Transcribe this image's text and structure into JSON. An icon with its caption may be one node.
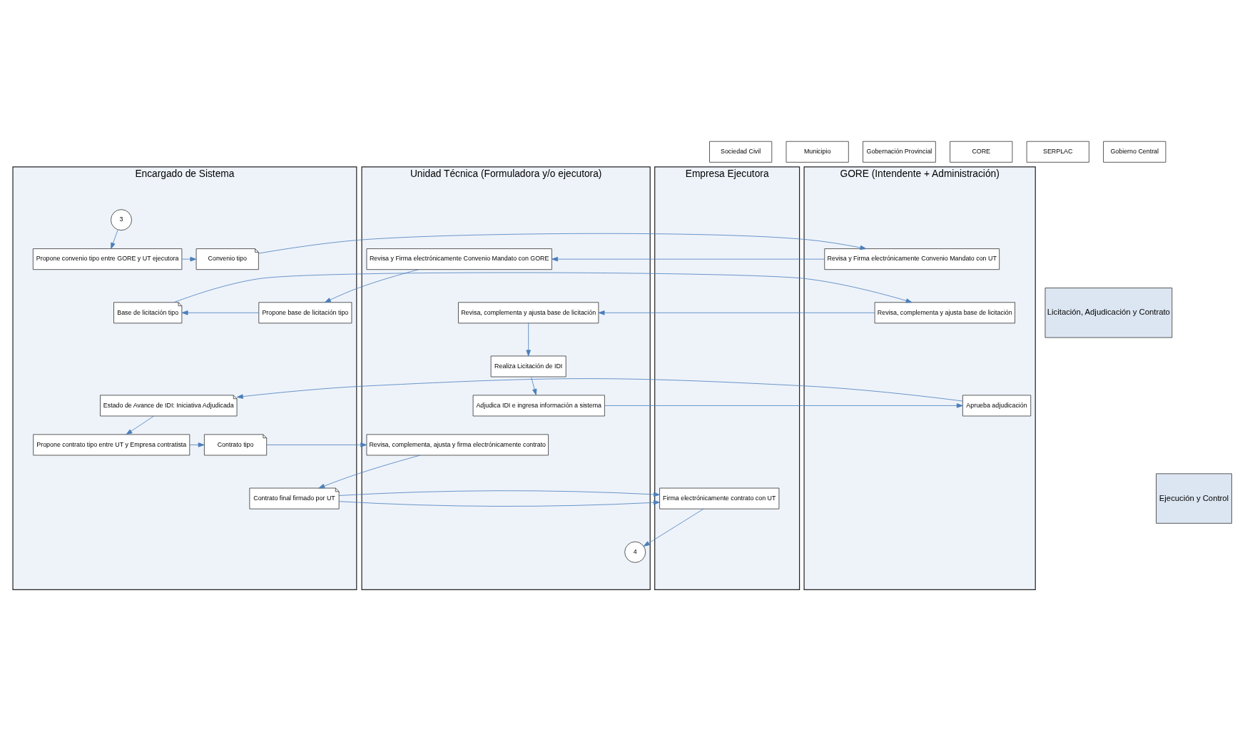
{
  "diagram": {
    "nodes": [
      {
        "text": [
          "Licitación, Adjudicación y Contrato"
        ]
      },
      {
        "text": [
          "Ejecución y Control"
        ]
      },
      {
        "text": [
          "Sociedad Civil"
        ]
      },
      {
        "text": [
          "Unidad Técnica (Formuladora y/o ejecutora)"
        ]
      },
      {
        "text": [
          "Municipio"
        ]
      },
      {
        "text": [
          "Gobernación Provincial"
        ]
      },
      {
        "text": [
          "GORE (Intendente + Administración)"
        ]
      },
      {
        "text": [
          "CORE"
        ]
      },
      {
        "text": [
          "SERPLAC"
        ]
      },
      {
        "text": [
          "Encargado de Sistema"
        ]
      },
      {
        "text": [
          "Gobierno Central"
        ]
      },
      {
        "text": [
          "Empresa Ejecutora"
        ]
      },
      {
        "text": [
          "3"
        ],
        "in": 9
      },
      {
        "text": [
          "Propone convenio tipo entre GORE y UT ejecutora"
        ],
        "in": 9
      },
      {
        "text": [
          "Convenio tipo"
        ],
        "in": 9
      },
      {
        "text": [
          "Revisa y Firma electrónicamente Convenio Mandato con UT"
        ],
        "in": 6
      },
      {
        "text": [
          "Revisa y Firma electrónicamente Convenio Mandato con GORE"
        ],
        "in": 3
      },
      {
        "text": [
          "Propone base de licitación tipo"
        ],
        "in": 9
      },
      {
        "text": [
          "Base de licitación tipo"
        ],
        "in": 9
      },
      {
        "text": [
          "Revisa, complementa y ajusta base de licitación"
        ],
        "in": 6
      },
      {
        "text": [
          "Revisa, complementa y ajusta base de licitación"
        ],
        "in": 3
      },
      {
        "text": [
          "Realiza Licitación de IDI"
        ],
        "in": 3
      },
      {
        "text": [
          "Adjudica IDI e ingresa información a sistema"
        ],
        "in": 3
      },
      {
        "text": [
          "Aprueba adjudicación"
        ],
        "in": 6
      },
      {
        "text": [
          "Estado de Avance de IDI: Iniciativa Adjudicada"
        ],
        "in": 9
      },
      {
        "text": [
          "Propone contrato tipo entre UT y Empresa contratista"
        ],
        "in": 9
      },
      {
        "text": [
          "Contrato tipo"
        ],
        "in": 9
      },
      {
        "text": [
          "Revisa, complementa, ajusta y firma electrónicamente contrato"
        ],
        "in": 3
      },
      {
        "text": [
          "Contrato final firmado por UT"
        ],
        "in": 9
      },
      {
        "text": [
          "Firma electrónicamente contrato con UT"
        ],
        "in": 11
      },
      {
        "text": [
          "4"
        ],
        "in": 3
      }
    ],
    "edges": [
      {
        "from": 12,
        "to": 13,
        "arrow": "to"
      },
      {
        "from": 13,
        "to": 14,
        "arrow": "to"
      },
      {
        "from": 14,
        "to": 15,
        "arrow": "to"
      },
      {
        "from": 15,
        "to": 16,
        "arrow": "to"
      },
      {
        "from": 16,
        "to": 17,
        "arrow": "to"
      },
      {
        "from": 17,
        "to": 18,
        "arrow": "to"
      },
      {
        "from": 18,
        "to": 19,
        "arrow": "to"
      },
      {
        "from": 19,
        "to": 20,
        "arrow": "to"
      },
      {
        "from": 20,
        "to": 21,
        "arrow": "to"
      },
      {
        "from": 21,
        "to": 22,
        "arrow": "to"
      },
      {
        "from": 22,
        "to": 23,
        "arrow": "to"
      },
      {
        "from": 23,
        "to": 24,
        "arrow": "to"
      },
      {
        "from": 24,
        "to": 25,
        "arrow": "to"
      },
      {
        "from": 25,
        "to": 26,
        "arrow": "to"
      },
      {
        "from": 26,
        "to": 27,
        "arrow": "to"
      },
      {
        "from": 27,
        "to": 28,
        "arrow": "to"
      },
      {
        "from": 28,
        "to": 29,
        "arrow": "to"
      },
      {
        "from": 29,
        "to": 30,
        "arrow": "to"
      }
    ]
  }
}
